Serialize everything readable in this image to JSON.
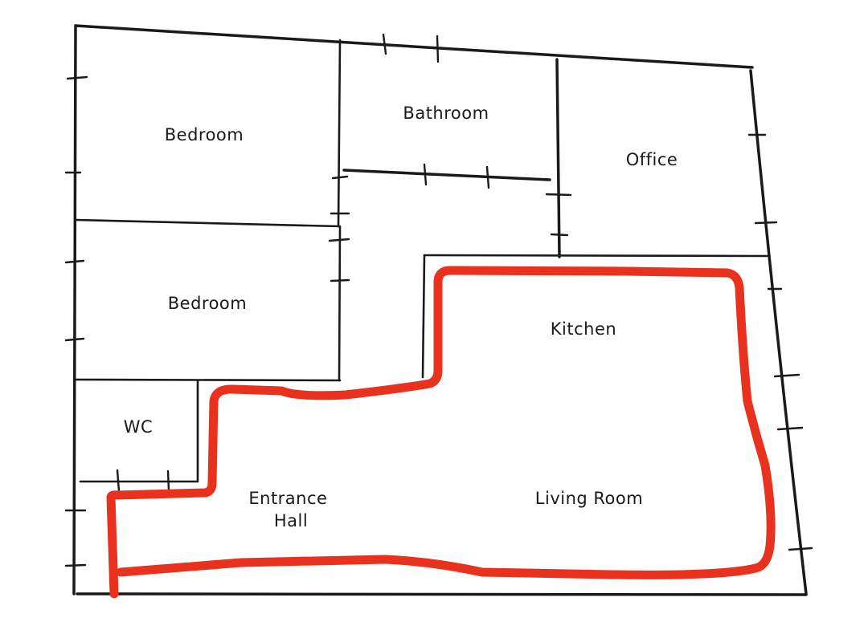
{
  "diagram": {
    "rooms": [
      {
        "id": "bedroom-1",
        "label": "Bedroom"
      },
      {
        "id": "bathroom",
        "label": "Bathroom"
      },
      {
        "id": "office",
        "label": "Office"
      },
      {
        "id": "bedroom-2",
        "label": "Bedroom"
      },
      {
        "id": "kitchen",
        "label": "Kitchen"
      },
      {
        "id": "wc",
        "label": "WC"
      },
      {
        "id": "entrance-hall",
        "label": "Entrance Hall",
        "lines": [
          "Entrance",
          "Hall"
        ]
      },
      {
        "id": "living-room",
        "label": "Living Room"
      }
    ],
    "colors": {
      "walls": "#1a1a1a",
      "highlight": "#e8321e",
      "background": "#ffffff"
    }
  }
}
